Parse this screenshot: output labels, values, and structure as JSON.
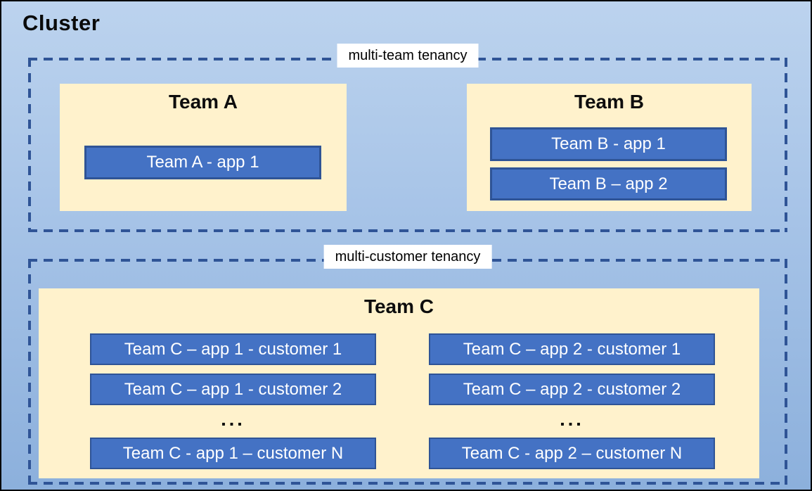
{
  "canvas": {
    "title": "Cluster"
  },
  "colors": {
    "background_top": "#BCD3EE",
    "background_bottom": "#8CB0DC",
    "team_box_fill": "#FFF2CC",
    "app_box_fill": "#4472C4",
    "app_box_border": "#2F5496",
    "dashed_boundary": "#2F5496",
    "label_background": "#FFFFFF",
    "app_text": "#FFFFFF",
    "title_text": "#000000"
  },
  "multi_team": {
    "label": "multi-team tenancy",
    "team_a": {
      "name": "Team A",
      "apps": [
        "Team A - app 1"
      ]
    },
    "team_b": {
      "name": "Team B",
      "apps": [
        "Team B - app 1",
        "Team B – app 2"
      ]
    }
  },
  "multi_customer": {
    "label": "multi-customer tenancy",
    "team_c": {
      "name": "Team C",
      "ellipsis": "...",
      "col1": {
        "rows": [
          "Team C – app 1 - customer 1",
          "Team C – app 1 - customer 2"
        ],
        "last": "Team C - app 1 – customer N"
      },
      "col2": {
        "rows": [
          "Team C – app 2 - customer 1",
          "Team C – app 2 - customer 2"
        ],
        "last": "Team C - app 2 – customer N"
      }
    }
  }
}
